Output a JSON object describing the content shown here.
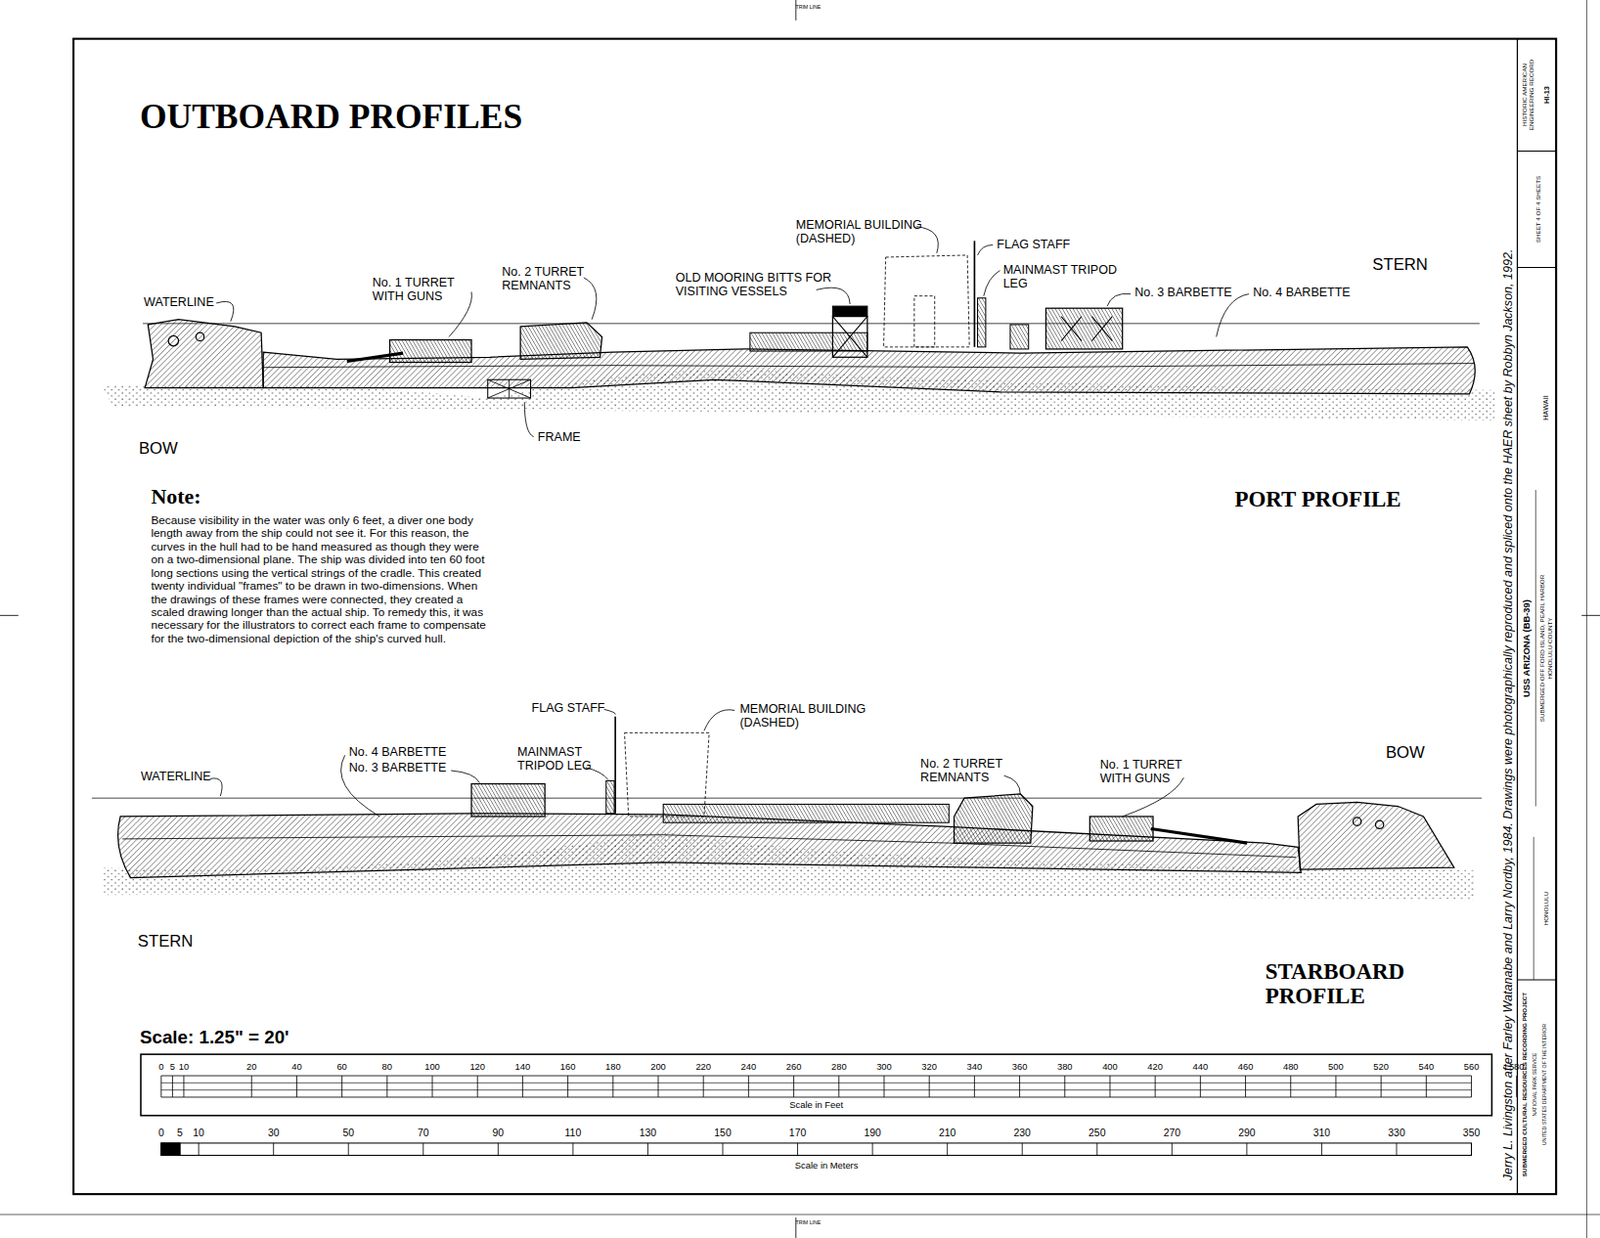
{
  "diagram": {
    "title": "OUTBOARD PROFILES",
    "labels": [
      "MEMORIAL BUILDING (DASHED)",
      "FLAG STAFF",
      "MAINMAST TRIPOD LEG",
      "STERN",
      "OLD MOORING BITTS FOR VISITING VESSELS",
      "No. 2 TURRET REMNANTS",
      "No. 1 TURRET WITH GUNS",
      "No. 3 BARBETTE",
      "No. 4 BARBETTE",
      "WATERLINE",
      "FRAME",
      "BOW",
      "Note:",
      "Because visibility in the water was only 6 feet, a diver one body length away from the ship could not see it. For this reason, the curves in the hull had to be hand measured as though they were on a two-dimensional plane. The ship was divided into ten 60 foot long sections using the vertical strings of the cradle. This created twenty individual \"frames\" to be drawn in two-dimensions. When the drawings of these frames were connected, they created a scaled drawing longer than the actual ship. To remedy this, it was necessary for the illustrators to correct each frame to compensate for the two-dimensional depiction of the ship's curved hull.",
      "PORT PROFILE",
      "FLAG STAFF",
      "MEMORIAL BUILDING (DASHED)",
      "MAINMAST TRIPOD LEG",
      "No. 4 BARBETTE",
      "No. 3 BARBETTE",
      "BOW",
      "WATERLINE",
      "No. 2 TURRET REMNANTS",
      "No. 1 TURRET WITH GUNS",
      "STERN",
      "STARBOARD PROFILE",
      "Scale: 1.25\" = 20'",
      "0",
      "5",
      "10",
      "20",
      "40",
      "60",
      "80",
      "100",
      "120",
      "140",
      "160",
      "180",
      "200",
      "220",
      "240",
      "260",
      "280",
      "300",
      "320",
      "340",
      "360",
      "380",
      "400",
      "420",
      "440",
      "460",
      "480",
      "500",
      "520",
      "540",
      "560",
      "580",
      "Scale in Feet",
      "0",
      "5",
      "10",
      "30",
      "50",
      "70",
      "90",
      "110",
      "130",
      "150",
      "170",
      "190",
      "210",
      "230",
      "250",
      "270",
      "290",
      "310",
      "330",
      "350",
      "Scale in Meters",
      "TRIM LINE",
      "TRIM LINE",
      "Jerry L. Livingston after Farley Watanabe and Larry Nordby, 1984. Drawings were photographically reproduced and spliced onto the HAER sheet by Robbyn Jackson, 1992.",
      "HISTORIC AMERICAN ENGINEERING RECORD",
      "HI-13",
      "SHEET 4 OF 4 SHEETS",
      "USS ARIZONA (BB-39)",
      "SUBMERGED OFF FORD ISLAND, PEARL HARBOR",
      "HONOLULU COUNTY",
      "HAWAII",
      "HONOLULU",
      "SUBMERGED CULTURAL RESOURCES RECORDING PROJECT",
      "NATIONAL PARK SERVICE",
      "UNITED STATES DEPARTMENT OF THE INTERIOR"
    ]
  }
}
